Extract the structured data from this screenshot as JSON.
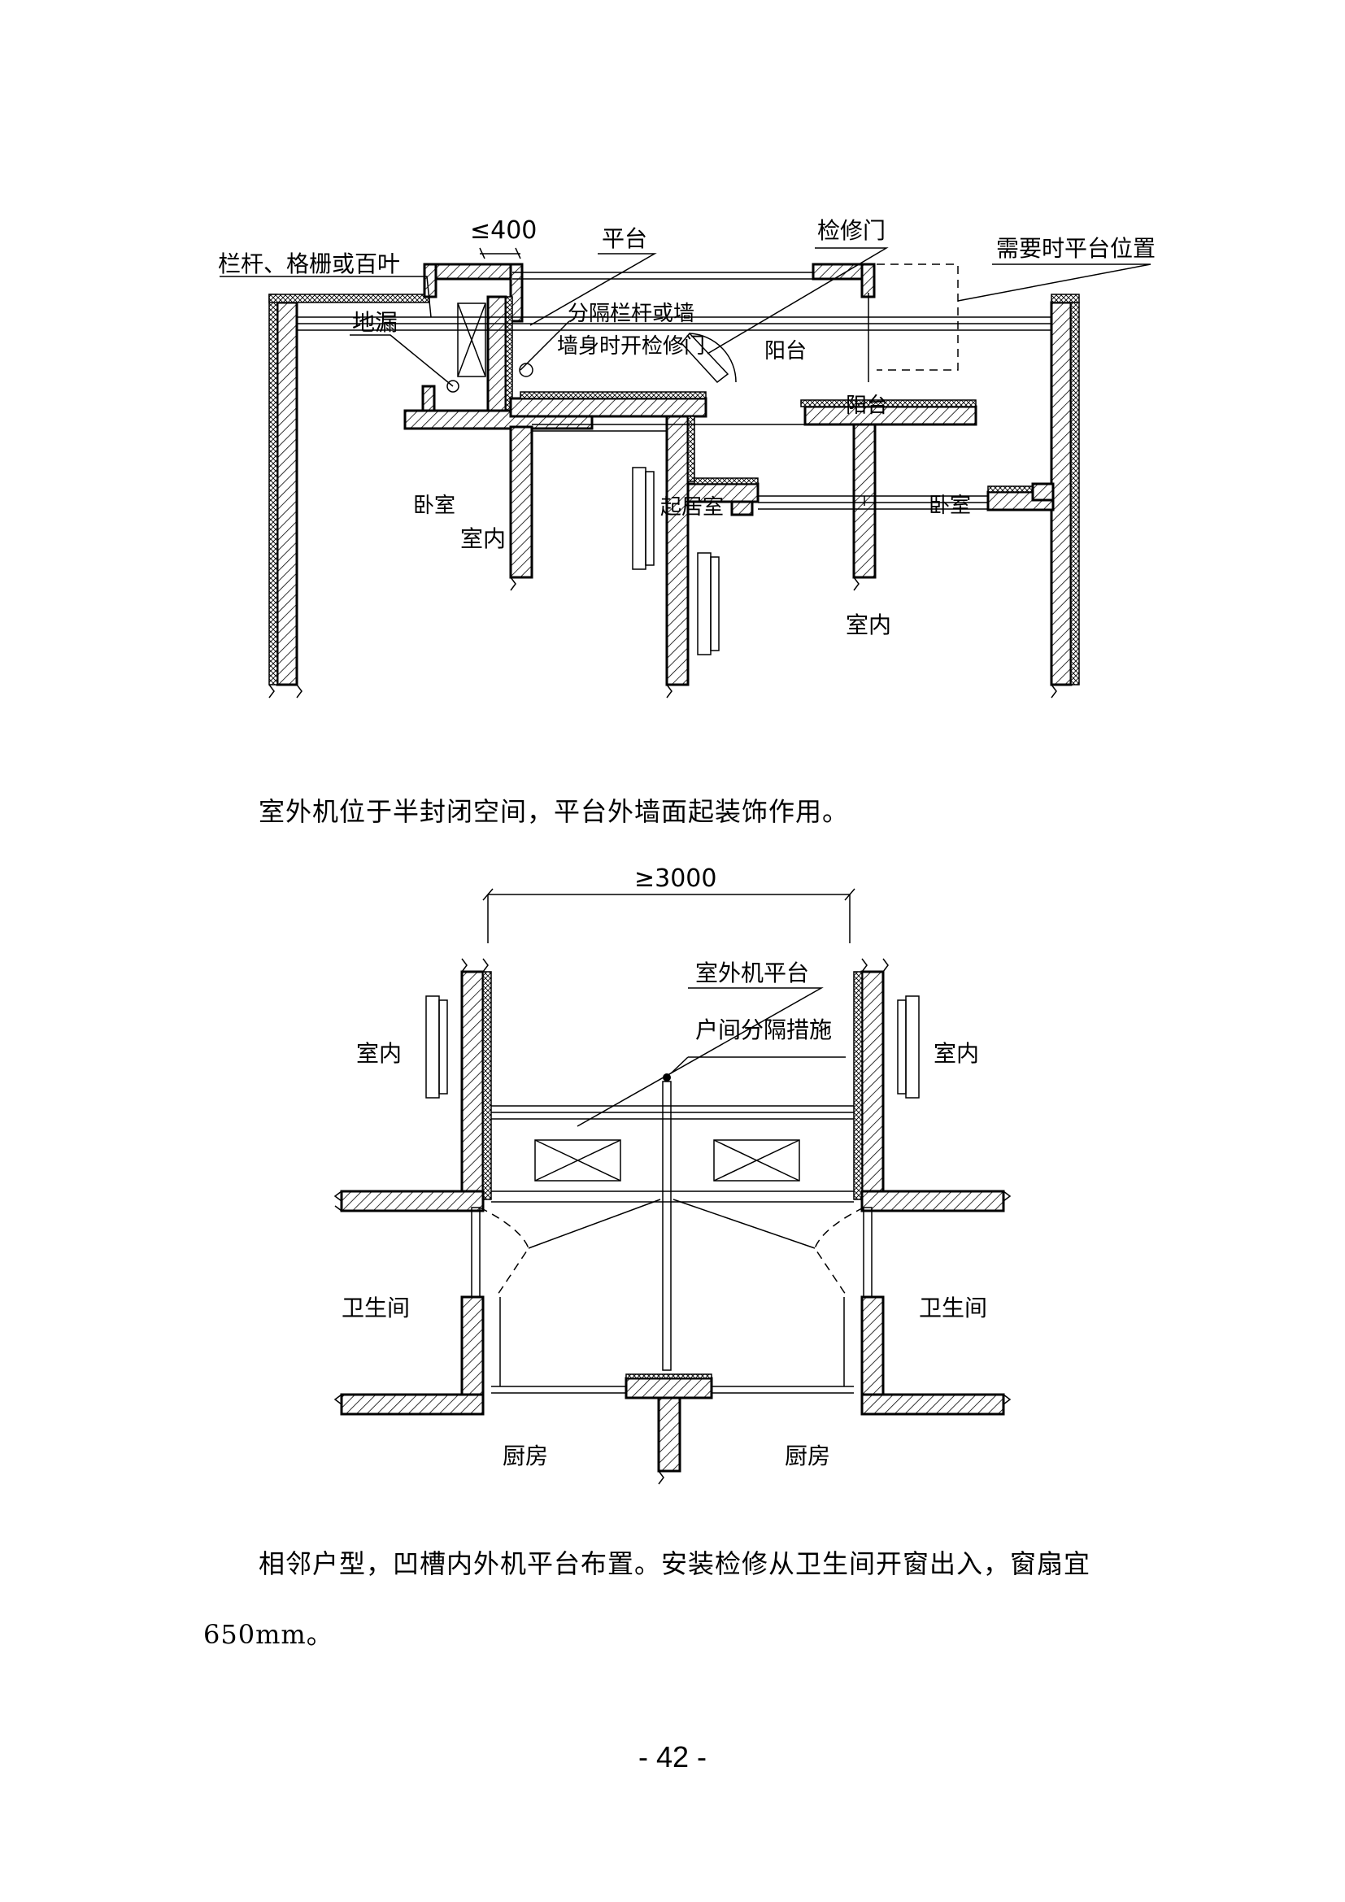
{
  "figure1": {
    "labels": {
      "railing": "栏杆、格栅或百叶",
      "dim_le400": "≤400",
      "platform": "平台",
      "access_door": "检修门",
      "platform_when_needed": "需要时平台位置",
      "floor_drain": "地漏",
      "partition": "分隔栏杆或墙",
      "door_in_wall": "墙身时开检修门",
      "balcony_1": "阳台",
      "balcony_2": "阳台",
      "bedroom_left": "卧室",
      "indoor_1": "室内",
      "living_room": "起居室",
      "bedroom_right": "卧室",
      "indoor_2": "室内"
    }
  },
  "caption1": "室外机位于半封闭空间，平台外墙面起装饰作用。",
  "figure2": {
    "labels": {
      "dim_ge3000": "≥3000",
      "ac_platform": "室外机平台",
      "unit_separation": "户间分隔措施",
      "indoor_left": "室内",
      "indoor_right": "室内",
      "bathroom_left": "卫生间",
      "bathroom_right": "卫生间",
      "kitchen_left": "厨房",
      "kitchen_right": "厨房"
    }
  },
  "caption2_line1": "相邻户型，凹槽内外机平台布置。安装检修从卫生间开窗出入，窗扇宜",
  "caption2_line2": "650mm。",
  "page_number": "- 42 -"
}
